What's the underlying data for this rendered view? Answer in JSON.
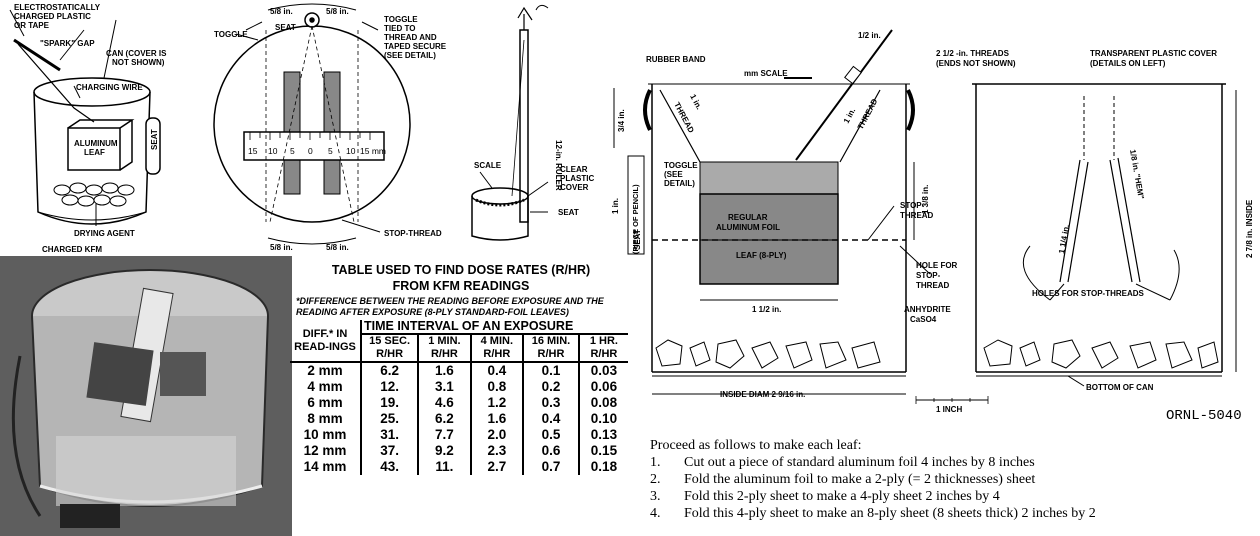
{
  "kfm_diagram": {
    "labels": {
      "charged_plastic": [
        "ELECTROSTATICALLY",
        "CHARGED PLASTIC",
        "OR TAPE"
      ],
      "spark_gap": "\"SPARK\" GAP",
      "can": [
        "CAN (COVER IS",
        "NOT SHOWN)"
      ],
      "charging_wire": "CHARGING WIRE",
      "aluminum_leaf": [
        "ALUMINUM",
        "LEAF"
      ],
      "seat": "SEAT",
      "drying_agent": "DRYING AGENT",
      "caption": "CHARGED KFM"
    }
  },
  "top_view": {
    "labels": {
      "toggle_left": "TOGGLE",
      "seat": "SEAT",
      "toggle_right": [
        "TOGGLE",
        "TIED TO",
        "THREAD AND",
        "TAPED SECURE",
        "(SEE DETAIL)"
      ],
      "stop_thread": "STOP-THREAD",
      "five_eighths": "5/8 in."
    },
    "scale_ticks": [
      "15",
      "10",
      "5",
      "0",
      "5",
      "10",
      "15 mm"
    ]
  },
  "ruler_view": {
    "labels": {
      "ruler": "12-in. RULER",
      "scale": "SCALE",
      "cover": [
        "CLEAR",
        "PLASTIC",
        "COVER"
      ],
      "seat": "SEAT"
    }
  },
  "section_view": {
    "labels": {
      "rubber_band": "RUBBER BAND",
      "mm_scale": "mm SCALE",
      "half_in": "1/2 in.",
      "threads": [
        "2 1/2 -in. THREADS",
        "(ENDS NOT SHOWN)"
      ],
      "cover": "TRANSPARENT PLASTIC COVER",
      "cover_detail": "(DETAILS ON LEFT)",
      "three_quarters": "3/4 in.",
      "thread": "THREAD",
      "one_in_thread": "1 in.",
      "toggle": [
        "TOGGLE",
        "(SEE",
        "DETAIL)"
      ],
      "seat_pencil": [
        "SEAT",
        "(PIECE OF PENCIL)"
      ],
      "one_in": "1 in.",
      "one_three_eighths": "1 3/8 in.",
      "regular_foil": [
        "REGULAR",
        "ALUMINUM FOIL"
      ],
      "leaf": "LEAF (8-PLY)",
      "stop_thread": [
        "STOP-",
        "THREAD"
      ],
      "hole": [
        "HOLE FOR",
        "STOP-",
        "THREAD"
      ],
      "one_half": "1 1/2 in.",
      "anhydrite": [
        "ANHYDRITE",
        "CaSO4"
      ],
      "inside_diam": "INSIDE DIAM 2 9/16 in.",
      "one_inch": "1 INCH"
    }
  },
  "cover_detail": {
    "labels": {
      "one_quarter": "1 1/4 in.",
      "hem": "1/8 in. \"HEM\"",
      "holes": "HOLES FOR STOP-THREADS",
      "bottom": "BOTTOM OF CAN",
      "inside": "2 7/8 in. INSIDE"
    }
  },
  "ornl_id": "ORNL-5040",
  "dose_table": {
    "title": [
      "TABLE USED TO FIND DOSE RATES (R/HR)",
      "FROM KFM READINGS"
    ],
    "note": "*DIFFERENCE BETWEEN THE READING BEFORE EXPOSURE AND THE READING AFTER EXPOSURE (8-PLY STANDARD-FOIL LEAVES)",
    "stub_header": "DIFF.* IN READ-INGS",
    "group_header": "TIME INTERVAL OF AN EXPOSURE",
    "columns": [
      "15 SEC. R/HR",
      "1 MIN. R/HR",
      "4 MIN. R/HR",
      "16 MIN. R/HR",
      "1 HR. R/HR"
    ],
    "rows": [
      {
        "diff": "2 mm",
        "values": [
          "6.2",
          "1.6",
          "0.4",
          "0.1",
          "0.03"
        ]
      },
      {
        "diff": "4 mm",
        "values": [
          "12.",
          "3.1",
          "0.8",
          "0.2",
          "0.06"
        ]
      },
      {
        "diff": "6 mm",
        "values": [
          "19.",
          "4.6",
          "1.2",
          "0.3",
          "0.08"
        ]
      },
      {
        "diff": "8 mm",
        "values": [
          "25.",
          "6.2",
          "1.6",
          "0.4",
          "0.10"
        ]
      },
      {
        "diff": "10 mm",
        "values": [
          "31.",
          "7.7",
          "2.0",
          "0.5",
          "0.13"
        ]
      },
      {
        "diff": "12 mm",
        "values": [
          "37.",
          "9.2",
          "2.3",
          "0.6",
          "0.15"
        ]
      },
      {
        "diff": "14 mm",
        "values": [
          "43.",
          "11.",
          "2.7",
          "0.7",
          "0.18"
        ]
      }
    ]
  },
  "instructions": {
    "intro": "Proceed as follows to make each leaf:",
    "steps": [
      {
        "num": "1.",
        "text": "Cut out a piece of standard aluminum foil 4 inches by 8 inches"
      },
      {
        "num": "2.",
        "text": "Fold the aluminum foil to make a 2-ply (= 2 thicknesses) sheet"
      },
      {
        "num": "3.",
        "text": "Fold this 2-ply sheet to make a 4-ply sheet 2 inches by 4"
      },
      {
        "num": "4.",
        "text": "Fold this 4-ply sheet to make an 8-ply sheet (8 sheets thick) 2 inches by 2"
      }
    ]
  }
}
